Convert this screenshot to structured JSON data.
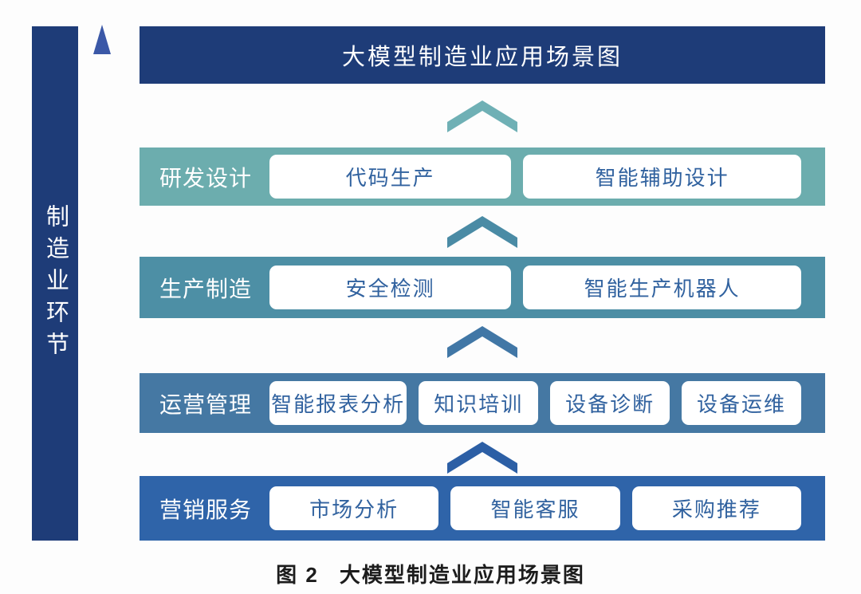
{
  "colors": {
    "navy": "#1e3c78",
    "arrow_top": "#3b58a7",
    "arrow_mid": "#5d74b4",
    "arrow_bottom": "#ccd6ee",
    "box_text": "#31629f"
  },
  "side_axis": {
    "label": "制造业环节"
  },
  "diagram": {
    "title": "大模型制造业应用场景图",
    "rows": [
      {
        "label": "研发设计",
        "color": "#6cadae",
        "chevron_color": "#6fb0b5",
        "items": [
          "代码生产",
          "智能辅助设计"
        ]
      },
      {
        "label": "生产制造",
        "color": "#4d8fa5",
        "chevron_color": "#4a8ba5",
        "items": [
          "安全检测",
          "智能生产机器人"
        ]
      },
      {
        "label": "运营管理",
        "color": "#4578a3",
        "chevron_color": "#4177a6",
        "items": [
          "智能报表分析",
          "知识培训",
          "设备诊断",
          "设备运维"
        ]
      },
      {
        "label": "营销服务",
        "color": "#2f64a9",
        "chevron_color": "#2c5fa5",
        "items": [
          "市场分析",
          "智能客服",
          "采购推荐"
        ]
      }
    ]
  },
  "caption": {
    "fig_no": "图 2",
    "text": "大模型制造业应用场景图"
  }
}
